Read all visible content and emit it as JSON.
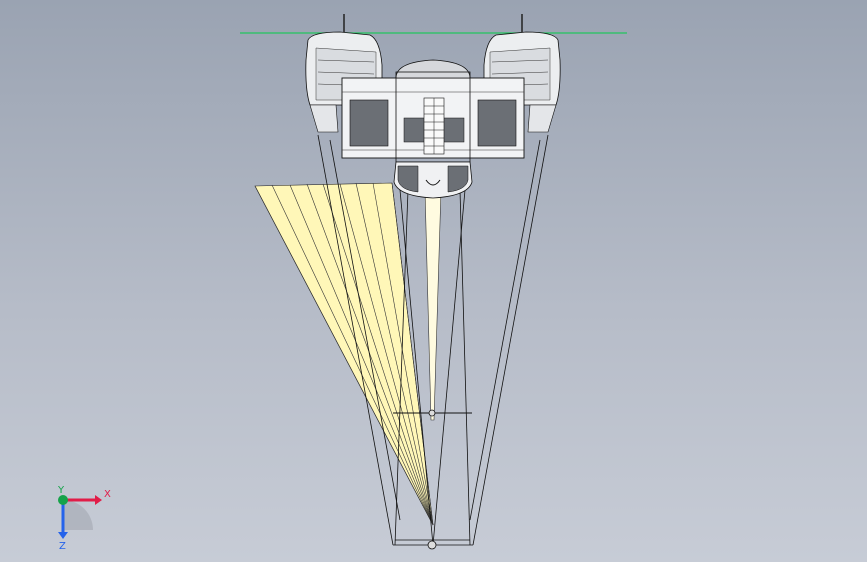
{
  "viewport": {
    "background_top": "#9aa3b2",
    "background_bottom": "#c7ccd6"
  },
  "model": {
    "section_line_color": "#22c55e",
    "fan_fill_color": "#fff7b8",
    "outline_color": "#111111"
  },
  "triad": {
    "x_label": "X",
    "y_label": "Y",
    "z_label": "Z",
    "x_color": "#e11d48",
    "y_color": "#16a34a",
    "z_color": "#2563eb"
  }
}
